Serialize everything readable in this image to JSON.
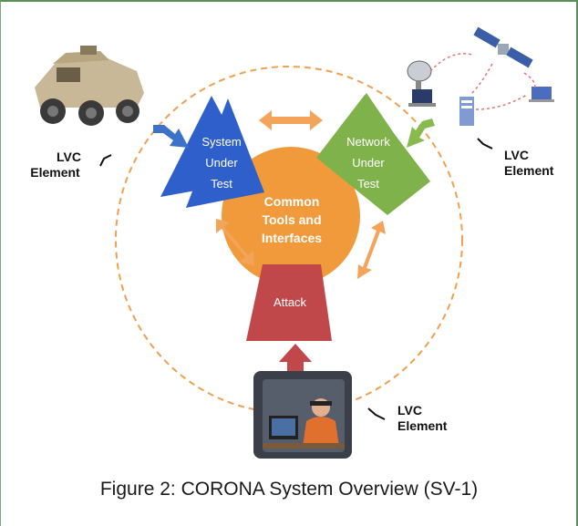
{
  "diagram": {
    "nodes": {
      "system_under_test": [
        "System",
        "Under",
        "Test"
      ],
      "network_under_test": [
        "Network",
        "Under",
        "Test"
      ],
      "common_tools": [
        "Common",
        "Tools and",
        "Interfaces"
      ],
      "attack": "Attack"
    },
    "lvc_label": [
      "LVC",
      "Element"
    ],
    "caption": "Figure 2: CORONA System Overview (SV-1)"
  },
  "colors": {
    "system_under_test": "#2f5fcb",
    "network_under_test": "#7fb24a",
    "common_tools": "#f09a3c",
    "attack": "#c0474a",
    "arrow_orange": "#f3a35a",
    "arrow_red": "#c0474a",
    "dashed_circle": "#f0a050",
    "border": "#5a8f56"
  },
  "icons": [
    "armored-vehicle-icon",
    "satellite-icon",
    "satellite-dish-icon",
    "server-icon",
    "laptop-icon",
    "hacker-icon"
  ]
}
